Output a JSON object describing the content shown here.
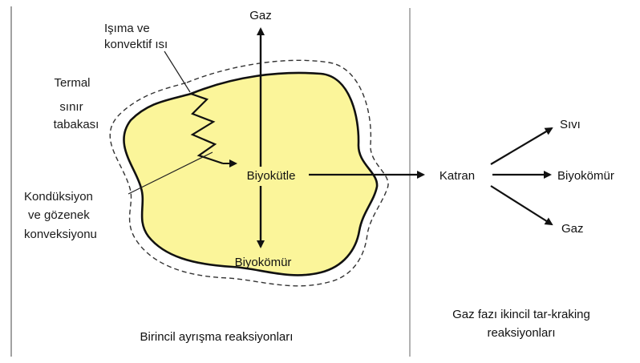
{
  "diagram": {
    "left_panel": {
      "labels": {
        "gas": "Gaz",
        "radiation": [
          "Işıma ve",
          "konvektif ısı"
        ],
        "thermal_layer": [
          "Termal",
          "sınır",
          "tabakası"
        ],
        "conduction": [
          "Kondüksiyon",
          "ve gözenek",
          "konveksiyonu"
        ],
        "biomass": "Biyokütle",
        "char": "Biyokömür",
        "caption": "Birincil ayrışma reaksiyonları"
      }
    },
    "right_panel": {
      "labels": {
        "tar": "Katran",
        "liquid": "Sıvı",
        "char": "Biyokömür",
        "gas": "Gaz",
        "caption": [
          "Gaz fazı ikincil tar-kraking",
          "reaksiyonları"
        ]
      }
    },
    "colors": {
      "particle_fill": "#fbf59a",
      "outline": "#111111",
      "background": "#ffffff",
      "divider": "#555555"
    }
  }
}
